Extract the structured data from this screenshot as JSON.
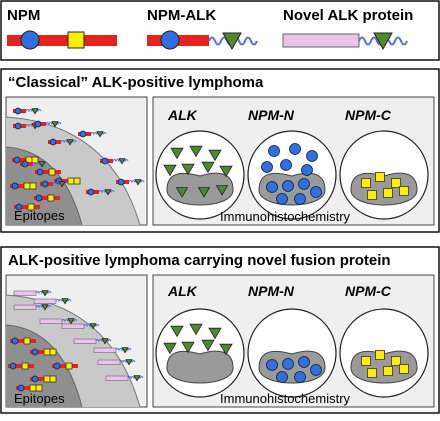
{
  "legend": {
    "items": [
      {
        "label": "NPM"
      },
      {
        "label": "NPM-ALK"
      },
      {
        "label": "Novel ALK protein"
      }
    ]
  },
  "panels": [
    {
      "title": "“Classical” ALK-positive lymphoma",
      "epitopes_label": "Epitopes",
      "ihc_label": "Immunohistochemistry",
      "columns": [
        {
          "label": "ALK",
          "pattern": "triangles-cytoplasm-and-nucleus"
        },
        {
          "label": "NPM-N",
          "pattern": "circles-cytoplasm-and-nucleus"
        },
        {
          "label": "NPM-C",
          "pattern": "squares-nucleus"
        }
      ]
    },
    {
      "title": "ALK-positive lymphoma carrying novel fusion protein",
      "epitopes_label": "Epitopes",
      "ihc_label": "Immunohistochemistry",
      "columns": [
        {
          "label": "ALK",
          "pattern": "triangles-cytoplasm-only"
        },
        {
          "label": "NPM-N",
          "pattern": "circles-nucleus"
        },
        {
          "label": "NPM-C",
          "pattern": "squares-nucleus"
        }
      ]
    }
  ],
  "colors": {
    "npm_bar": "#e8231e",
    "circle": "#2f6fe0",
    "square": "#ffee00",
    "triangle": "#4f8a2a",
    "novel_bar": "#e9c4e8",
    "spring": "#5a6fd8",
    "nucleus": "#9a9a9a",
    "panel_fill": "#efefef"
  }
}
